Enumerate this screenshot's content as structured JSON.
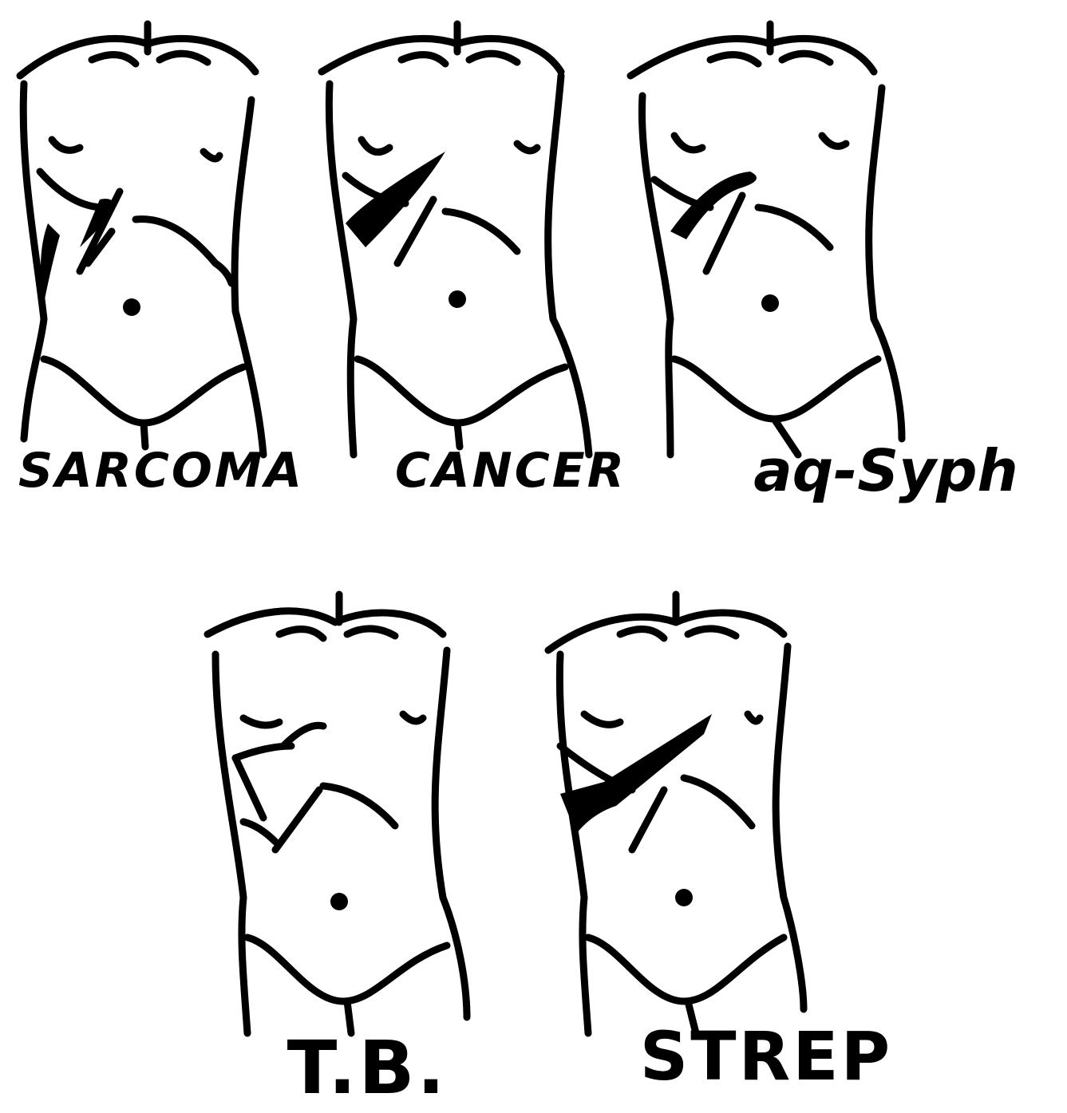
{
  "figure": {
    "panels": [
      {
        "id": "sarcoma",
        "label": "SARCOMA",
        "icon": "torso-outline-icon",
        "lesion_mark": "right-flank-mass"
      },
      {
        "id": "cancer",
        "label": "CANCER",
        "icon": "torso-outline-icon",
        "lesion_mark": "right-costal-band"
      },
      {
        "id": "aq-syph",
        "label": "aq-Syph",
        "icon": "torso-outline-icon",
        "lesion_mark": "right-upper-curved-band"
      },
      {
        "id": "tb",
        "label": "T.B.",
        "icon": "torso-outline-icon",
        "lesion_mark": "right-upper-wavy-line"
      },
      {
        "id": "strep",
        "label": "STREP",
        "icon": "torso-outline-icon",
        "lesion_mark": "diagonal-chest-band"
      }
    ],
    "ink_color": "#000000",
    "background_color": "#ffffff"
  }
}
